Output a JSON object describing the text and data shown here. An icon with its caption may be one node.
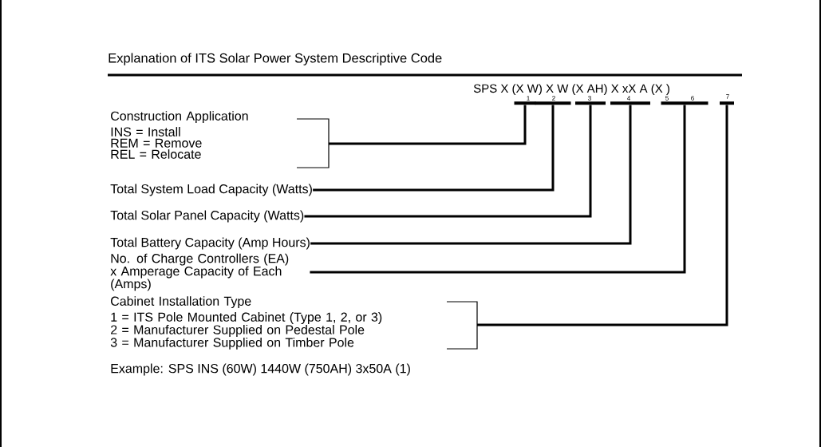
{
  "diagram": {
    "title": "Explanation of ITS Solar Power System Descriptive Code",
    "nodes": [
      {
        "text": [
          "Construction Application",
          "INS = Install",
          "REM = Remove",
          "REL = Relocate"
        ]
      },
      {
        "text": [
          "Total System Load Capacity (Watts)"
        ]
      },
      {
        "text": [
          "Total Solar Panel Capacity (Watts)"
        ]
      },
      {
        "text": [
          "Total Battery Capacity (Amp Hours)"
        ]
      },
      {
        "text": [
          "No. of Charge Controllers (EA) x Amperage Capacity of Each (Amps)"
        ]
      },
      {
        "text": [
          "Cabinet Installation Type",
          "1 = ITS Pole Mounted Cabinet (Type 1, 2, or 3)",
          "2 = Manufacturer Supplied on Pedestal Pole",
          "3 = Manufacturer Supplied on Timber Pole"
        ]
      },
      {
        "text": [],
        "shape": "bar"
      },
      {
        "text": [],
        "shape": "bar"
      },
      {
        "text": [],
        "shape": "bar"
      },
      {
        "text": [],
        "shape": "bar"
      },
      {
        "text": [],
        "shape": "bar"
      },
      {
        "text": [],
        "shape": "bar"
      }
    ],
    "edges": [
      {
        "from": 0,
        "to": 6,
        "arrow": "none"
      },
      {
        "from": 1,
        "to": 7,
        "arrow": "none"
      },
      {
        "from": 2,
        "to": 8,
        "arrow": "none"
      },
      {
        "from": 3,
        "to": 9,
        "arrow": "none"
      },
      {
        "from": 4,
        "to": 10,
        "arrow": "none"
      },
      {
        "from": 5,
        "to": 11,
        "arrow": "none"
      }
    ],
    "labels": [
      "SPS X (X W) X W (X AH) X xX A (X )",
      "1",
      "2",
      "3",
      "4",
      "5",
      "6",
      "7",
      "Example: SPS INS (60W) 1440W (750AH) 3x50A (1)"
    ]
  }
}
